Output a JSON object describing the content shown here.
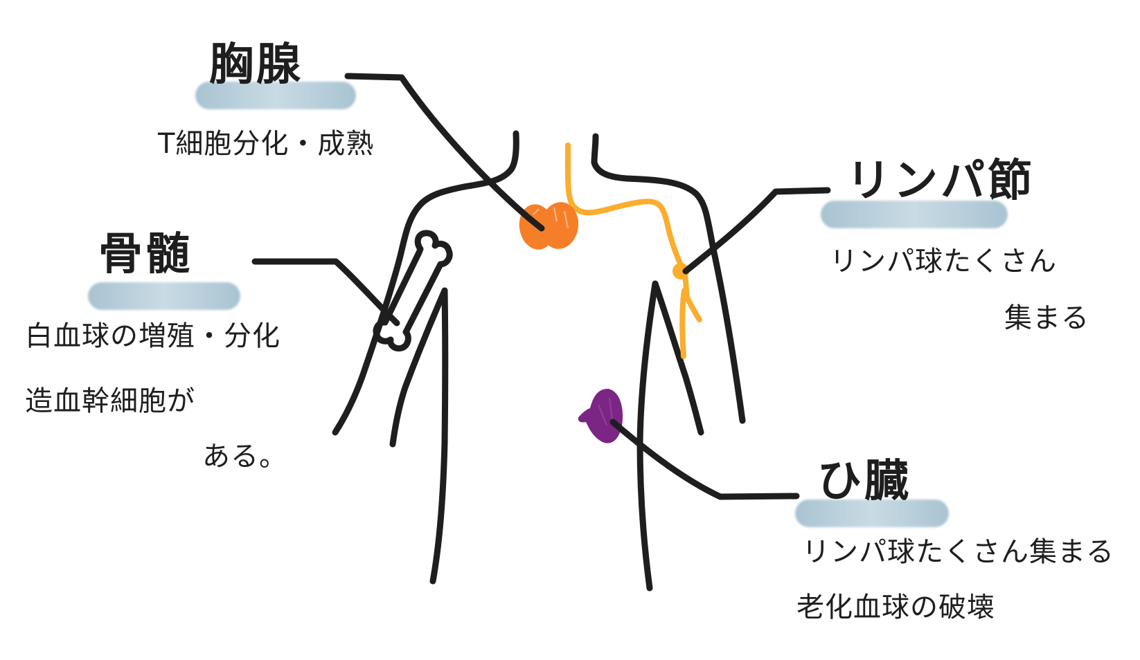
{
  "diagram": {
    "type": "anatomy-sketch",
    "subject": "Lymphatic / immune organs of the body",
    "colors": {
      "ink": "#1e1e1e",
      "highlight": "#9bbccb",
      "thymus": "#f57f29",
      "lymph_vessel": "#fbad2e",
      "spleen": "#7b2585",
      "background": "#ffffff"
    }
  },
  "labels": {
    "thymus": {
      "title": "胸腺",
      "lines": [
        "T細胞分化・成熟"
      ]
    },
    "bone_marrow": {
      "title": "骨髄",
      "lines": [
        "白血球の増殖・分化",
        "造血幹細胞が",
        "ある。"
      ]
    },
    "lymph_node": {
      "title": "リンパ節",
      "lines": [
        "リンパ球たくさん",
        "集まる"
      ]
    },
    "spleen": {
      "title": "ひ臓",
      "lines": [
        "リンパ球たくさん集まる",
        "老化血球の破壊"
      ]
    }
  },
  "illustration": {
    "body_outline": "torso-with-arms",
    "organs": [
      "thymus",
      "bone",
      "lymph-node",
      "lymph-vessel",
      "spleen"
    ]
  }
}
